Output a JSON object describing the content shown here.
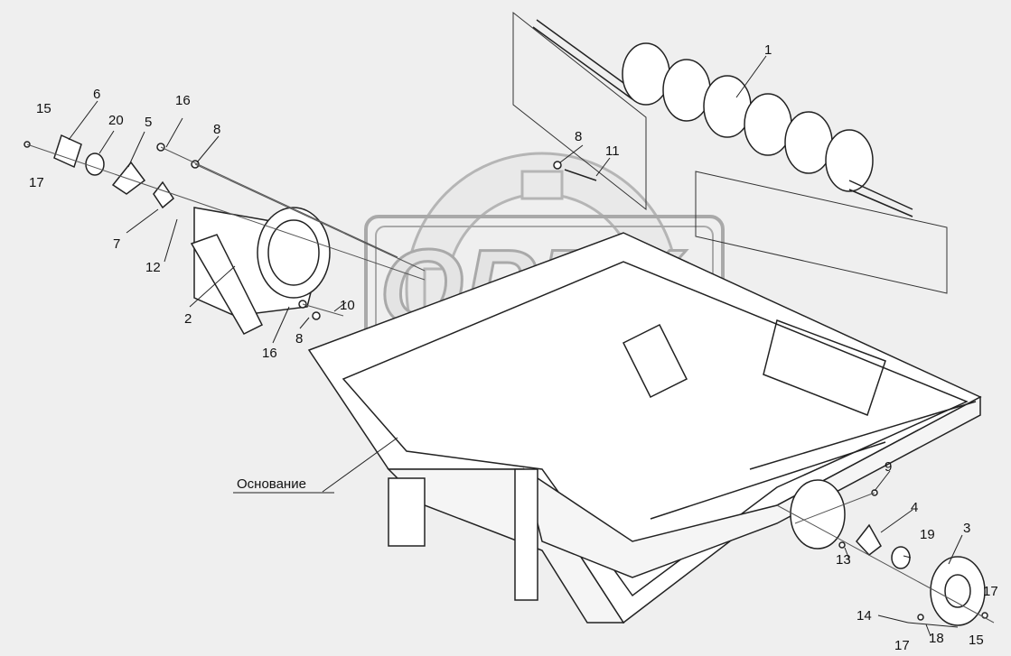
{
  "diagram": {
    "watermark": "OPEX",
    "base_label": "Основание",
    "callouts": {
      "c1": "1",
      "c2": "2",
      "c3": "3",
      "c4": "4",
      "c5": "5",
      "c6": "6",
      "c7": "7",
      "c8a": "8",
      "c8b": "8",
      "c8c": "8",
      "c9": "9",
      "c10": "10",
      "c11": "11",
      "c12": "12",
      "c13": "13",
      "c14": "14",
      "c15a": "15",
      "c15b": "15",
      "c16a": "16",
      "c16b": "16",
      "c17a": "17",
      "c17b": "17",
      "c17c": "17",
      "c18": "18",
      "c19": "19",
      "c20": "20"
    }
  }
}
